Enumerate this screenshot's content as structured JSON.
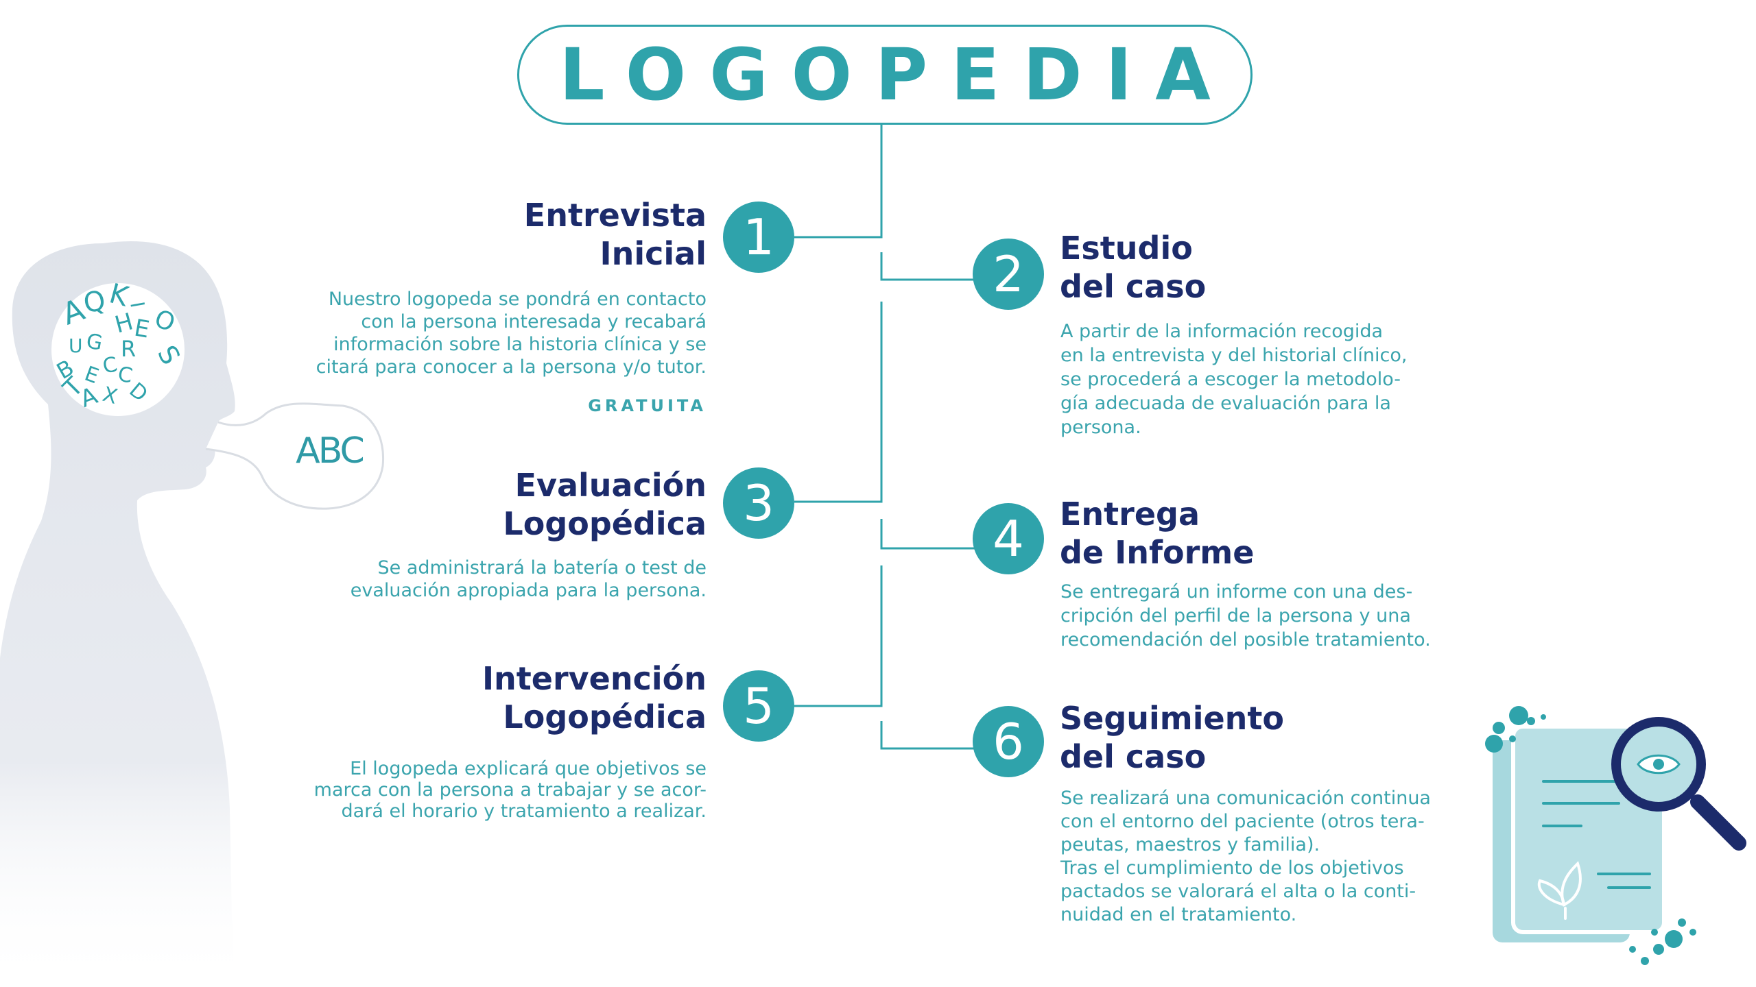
{
  "title": "LOGOPEDIA",
  "bubble_text": "ABC",
  "head_letters": [
    "A",
    "Q",
    "K",
    "I",
    "H",
    "E",
    "O",
    "U",
    "G",
    "R",
    "S",
    "C",
    "B",
    "E",
    "T",
    "A",
    "X",
    "C",
    "D"
  ],
  "colors": {
    "teal": "#2fa3ab",
    "navy": "#1c2b6b",
    "text_teal": "#3aa4ad",
    "silhouette": "#dfe3ea",
    "doc_light": "#a7d8de"
  },
  "steps": [
    {
      "number": "1",
      "title_lines": [
        "Entrevista",
        "Inicial"
      ],
      "body_lines": [
        "Nuestro logopeda se pondrá en contacto",
        "con la persona interesada y recabará",
        "información sobre la historia clínica y se",
        "citará para conocer a la persona y/o tutor."
      ],
      "tag": "GRATUITA"
    },
    {
      "number": "2",
      "title_lines": [
        "Estudio",
        "del caso"
      ],
      "body_lines": [
        "A partir de la información recogida",
        "en la entrevista y del historial clínico,",
        "se procederá a escoger la metodolo-",
        "gía adecuada de evaluación para la",
        "persona."
      ]
    },
    {
      "number": "3",
      "title_lines": [
        "Evaluación",
        "Logopédica"
      ],
      "body_lines": [
        "Se administrará la batería o test de",
        "evaluación apropiada para la persona."
      ]
    },
    {
      "number": "4",
      "title_lines": [
        "Entrega",
        "de Informe"
      ],
      "body_lines": [
        "Se entregará un informe con una des-",
        "cripción del perfil de la persona y una",
        "recomendación del posible tratamiento."
      ]
    },
    {
      "number": "5",
      "title_lines": [
        "Intervención",
        "Logopédica"
      ],
      "body_lines": [
        "El logopeda explicará que objetivos se",
        "marca con la persona a trabajar y se acor-",
        "dará el horario y tratamiento a realizar."
      ]
    },
    {
      "number": "6",
      "title_lines": [
        "Seguimiento",
        "del caso"
      ],
      "body_lines": [
        "Se realizará una comunicación continua",
        "con el entorno del paciente (otros tera-",
        "peutas, maestros y familia).",
        "Tras el cumplimiento de los objetivos",
        "pactados se valorará el alta o la conti-",
        "nuidad en el tratamiento."
      ]
    }
  ]
}
